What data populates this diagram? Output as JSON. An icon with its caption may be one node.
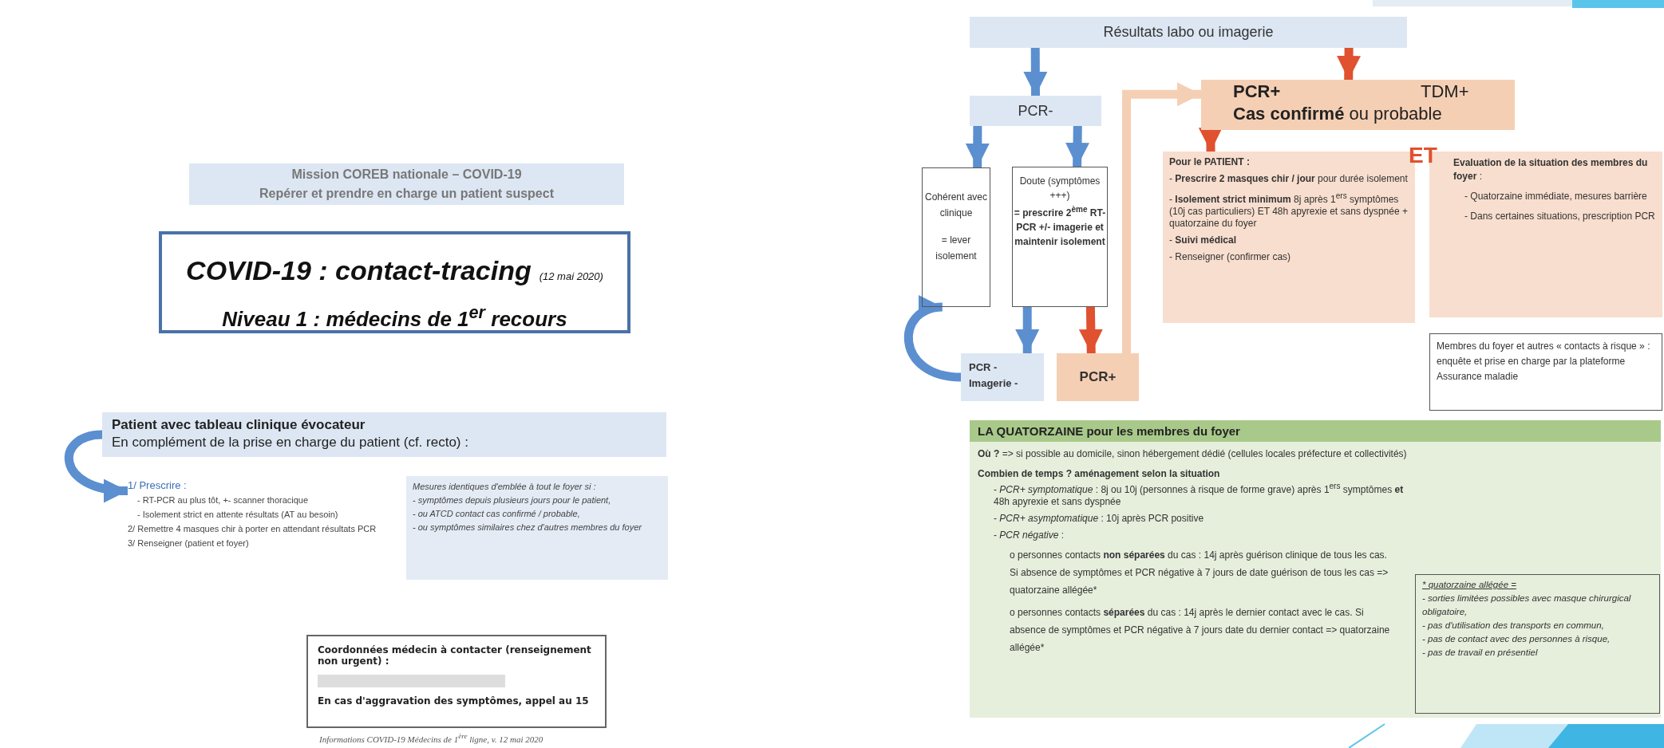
{
  "diagram": {
    "nodes": [
      {
        "text": [
          "Mission COREB nationale – COVID-19",
          "Repérer et prendre en charge un patient suspect"
        ]
      },
      {
        "text": [
          "COVID-19 : contact-tracing",
          "(12 mai 2020)",
          "Niveau 1 : médecins de 1$^{er}$ recours"
        ]
      },
      {
        "text": [
          "Patient avec tableau clinique évocateur",
          "En complément de la prise en charge du patient (cf. recto) :"
        ]
      },
      {
        "text": [
          "1/ Prescrire :",
          "- RT-PCR au plus tôt, +- scanner thoracique",
          "- Isolement strict en attente résultats (AT au besoin)",
          "2/ Remettre 4 masques chir à porter en attendant résultats PCR",
          "3/ Renseigner (patient et foyer)"
        ]
      },
      {
        "text": [
          "Mesures identiques d'emblée à tout le foyer si :",
          "- symptômes depuis plusieurs jours pour le patient,",
          "- ou ATCD contact cas confirmé / probable,",
          "- ou symptômes similaires chez d'autres membres du foyer"
        ]
      },
      {
        "text": [
          "Coordonnées médecin à contacter (renseignement non urgent) :",
          "En cas d'aggravation des symptômes, appel au **15**"
        ]
      },
      {
        "text": [
          "Résultats labo ou imagerie"
        ]
      },
      {
        "text": [
          "PCR-"
        ]
      },
      {
        "text": [
          "PCR+",
          "TDM+",
          "**Cas confirmé** ou probable"
        ]
      },
      {
        "text": [
          "Cohérent avec clinique",
          "= lever isolement"
        ]
      },
      {
        "text": [
          "Doute (symptômes +++)",
          "= prescrire 2$^{ème}$ RT-PCR +/- imagerie et maintenir isolement"
        ]
      },
      {
        "text": [
          "PCR -",
          "Imagerie -"
        ]
      },
      {
        "text": [
          "PCR+"
        ]
      },
      {
        "text": [
          "Pour le PATIENT :",
          "- **Prescrire 2 masques chir / jour** pour durée isolement",
          "- **Isolement strict minimum** 8j après 1$^{ers}$ symptômes (10j cas particuliers) ET 48h apyrexie et sans dyspnée + quatorzaine du foyer",
          "- **Suivi médical**",
          "- Renseigner (confirmer cas)"
        ]
      },
      {
        "text": [
          "**Evaluation de la situation des membres du foyer** :",
          "- Quatorzaine immédiate, mesures barrière",
          "- Dans certaines situations, prescription PCR"
        ],
        "beside": [
          "ET"
        ]
      },
      {
        "text": [
          "Membres du foyer et autres « contacts à risque » : enquête et prise en charge par la plateforme Assurance maladie"
        ]
      },
      {
        "text": [
          "LA QUATORZAINE pour les membres du foyer",
          "**Où ?** => si possible au domicile, sinon hébergement dédié (cellules locales préfecture et collectivités)",
          "Combien de temps ? aménagement selon la situation",
          "- *PCR+ symptomatique* : 8j ou 10j (personnes à risque de forme grave) après 1$^{ers}$ symptômes **et** 48h apyrexie et sans dyspnée",
          "- *PCR+ asymptomatique* : 10j après PCR positive",
          "- *PCR négative* :",
          "o personnes contacts **non séparées** du cas : 14j après guérison clinique de tous les cas. Si absence de symptômes et PCR négative à 7 jours de date guérison de tous les cas => quatorzaine allégée*",
          "o personnes contacts **séparées** du cas : 14j après le dernier contact avec le cas. Si absence de symptômes et PCR négative à 7 jours date du dernier contact => quatorzaine allégée*"
        ]
      },
      {
        "text": [
          "* quatorzaine allégée =",
          "- sorties limitées possibles avec masque chirurgical obligatoire,",
          "- pas d'utilisation des transports en commun,",
          "- pas de contact avec des personnes à risque,",
          "- pas de travail en présentiel"
        ],
        "in": 16
      }
    ],
    "edges": [
      {
        "from": 2,
        "to": 3,
        "arrow": "to"
      },
      {
        "from": 6,
        "to": 7,
        "arrow": "to"
      },
      {
        "from": 6,
        "to": 8,
        "arrow": "to",
        "color": "#e0512f"
      },
      {
        "from": 7,
        "to": 9,
        "arrow": "to"
      },
      {
        "from": 7,
        "to": 10,
        "arrow": "to"
      },
      {
        "from": 10,
        "to": 11,
        "arrow": "to"
      },
      {
        "from": 10,
        "to": 12,
        "arrow": "to",
        "color": "#e0512f"
      },
      {
        "from": 11,
        "to": 9,
        "arrow": "to"
      },
      {
        "from": 12,
        "to": 8,
        "arrow": "to",
        "color": "#f5cfb4"
      },
      {
        "from": 8,
        "to": 13,
        "arrow": "to",
        "color": "#e0512f"
      }
    ],
    "labels": [
      "Informations COVID-19 Médecins de 1$^{ère}$ ligne, v. 12 mai 2020"
    ]
  }
}
